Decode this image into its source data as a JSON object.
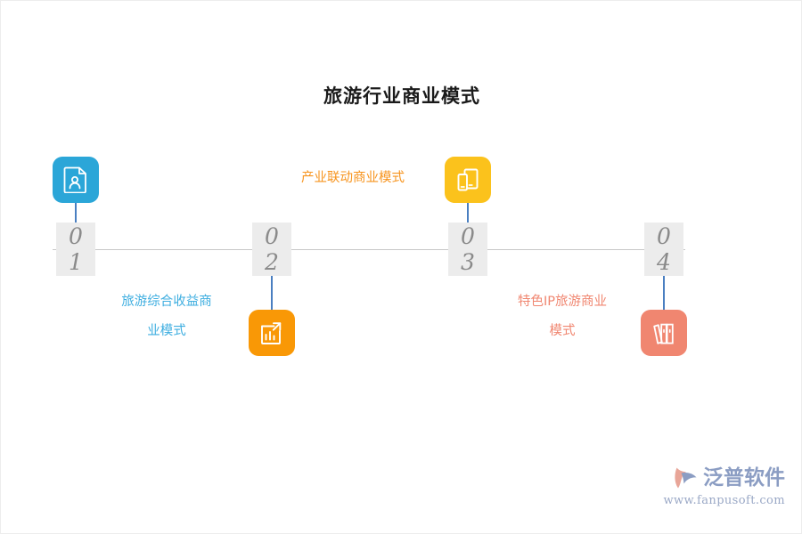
{
  "page": {
    "title": "旅游行业商业模式",
    "background_color": "#ffffff",
    "axis_color": "#c8c8c8",
    "stem_color": "#4a7fc1"
  },
  "timeline": {
    "steps": [
      {
        "number": "01",
        "digit_top": "0",
        "digit_bottom": "1",
        "label": "旅游综合收益商",
        "label_line2": "业模式",
        "label_full": "旅游综合收益商业模式",
        "label_color": "#3eaee0",
        "icon_name": "id-card-icon",
        "icon_color": "#2ba6d8",
        "icon_position": "above",
        "label_position": "below"
      },
      {
        "number": "02",
        "digit_top": "0",
        "digit_bottom": "2",
        "label": "",
        "label_line2": "",
        "label_full": "",
        "label_color": "#f7941e",
        "icon_name": "bar-chart-growth-icon",
        "icon_color": "#f99806",
        "icon_position": "below",
        "label_position": "none"
      },
      {
        "number": "03",
        "digit_top": "0",
        "digit_bottom": "3",
        "label": "产业联动商业模式",
        "label_line2": "",
        "label_full": "产业联动商业模式",
        "label_color": "#f7941e",
        "icon_name": "devices-mobile-tablet-icon",
        "icon_color": "#fbc21c",
        "icon_position": "above",
        "label_position": "above-left"
      },
      {
        "number": "04",
        "digit_top": "0",
        "digit_bottom": "4",
        "label": "特色IP旅游商业",
        "label_line2": "模式",
        "label_full": "特色IP旅游商业模式",
        "label_color": "#f08670",
        "icon_name": "books-library-icon",
        "icon_color": "#f08670",
        "icon_position": "below",
        "label_position": "below-left"
      }
    ]
  },
  "watermark": {
    "brand": "泛普软件",
    "url": "www.fanpusoft.com",
    "color": "#8b9dc3"
  }
}
